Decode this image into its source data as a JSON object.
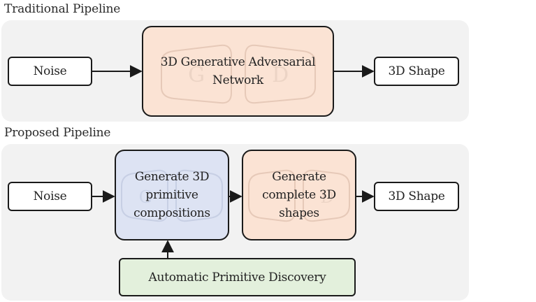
{
  "traditional": {
    "title": "Traditional Pipeline",
    "input_label": "Noise",
    "model_label": "3D Generative Adversarial Network",
    "output_label": "3D Shape",
    "ghost_letters": [
      "G",
      "D"
    ]
  },
  "proposed": {
    "title": "Proposed Pipeline",
    "input_label": "Noise",
    "step1_label": "Generate 3D primitive compositions",
    "step2_label": "Generate complete 3D shapes",
    "output_label": "3D Shape",
    "discovery_label": "Automatic Primitive Discovery",
    "ghost_letters": [
      "G",
      "D"
    ]
  },
  "colors": {
    "panel": "#f2f2f2",
    "gan": "#fbe3d4",
    "primitive": "#dde3f3",
    "complete": "#fbe3d4",
    "discovery": "#e3f0dc",
    "border": "#1a1a1a"
  }
}
